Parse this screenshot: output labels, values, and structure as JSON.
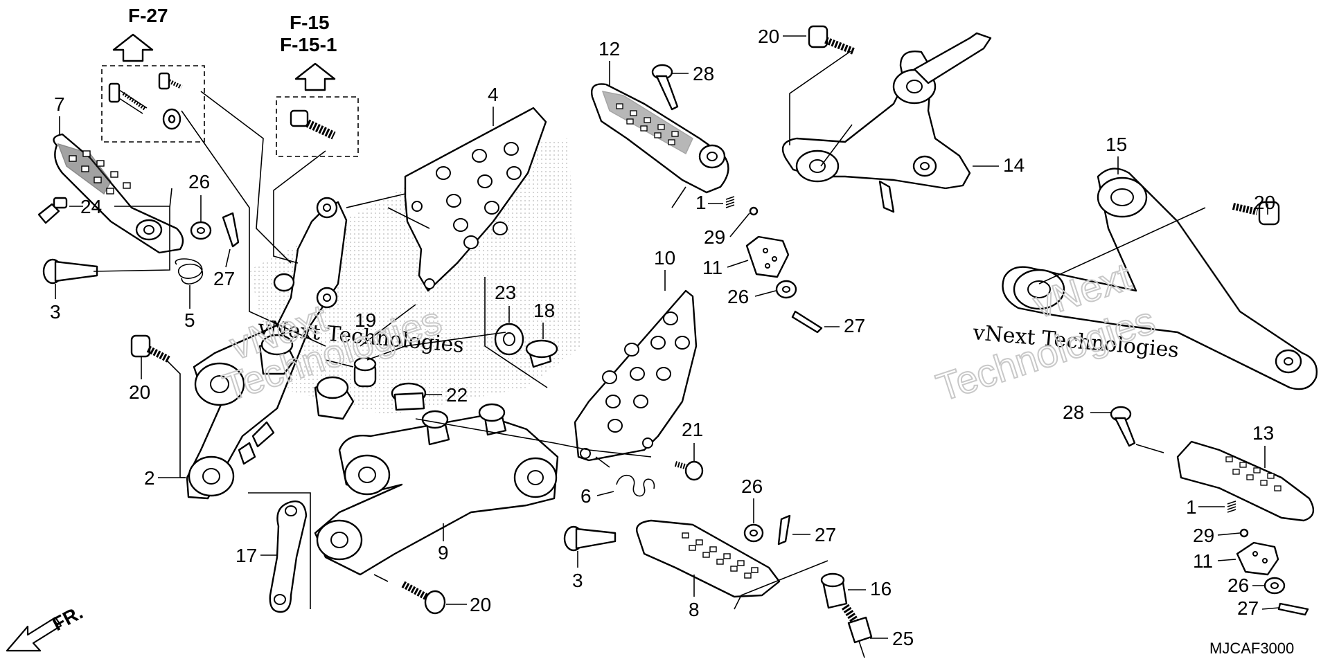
{
  "diagram": {
    "refs": {
      "f27": "F-27",
      "f15": "F-15",
      "f151": "F-15-1"
    },
    "part_code": "MJCAF3000",
    "front_label": "FR.",
    "watermark": {
      "brand_line": "vNext Technologies",
      "big_line1": "vNext",
      "big_line2": "Technologies"
    },
    "callouts": {
      "c1a": "1",
      "c1b": "1",
      "c2": "2",
      "c3a": "3",
      "c3b": "3",
      "c4": "4",
      "c5": "5",
      "c6": "6",
      "c7": "7",
      "c8": "8",
      "c9": "9",
      "c10": "10",
      "c11a": "11",
      "c11b": "11",
      "c12": "12",
      "c13": "13",
      "c14": "14",
      "c15": "15",
      "c16": "16",
      "c17": "17",
      "c18": "18",
      "c19": "19",
      "c20a": "20",
      "c20b": "20",
      "c20c": "20",
      "c20d": "20",
      "c21": "21",
      "c22": "22",
      "c23": "23",
      "c24": "24",
      "c25": "25",
      "c26a": "26",
      "c26b": "26",
      "c26c": "26",
      "c26d": "26",
      "c27a": "27",
      "c27b": "27",
      "c27c": "27",
      "c27d": "27",
      "c28a": "28",
      "c28b": "28",
      "c29a": "29",
      "c29b": "29"
    }
  }
}
